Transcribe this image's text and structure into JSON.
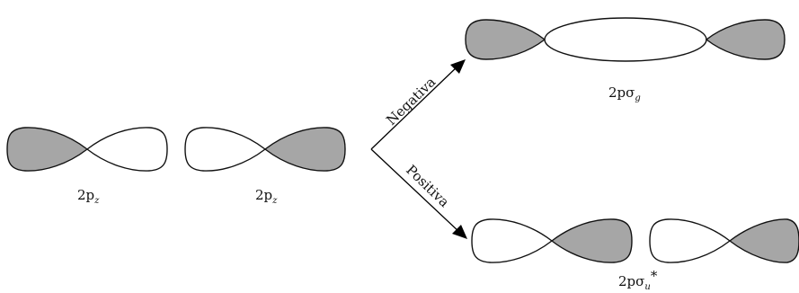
{
  "orbitals": {
    "left_label": "2p",
    "left_subscript": "z",
    "right_label": "2p",
    "right_subscript": "z"
  },
  "arrows": {
    "negative_label": "Negativa",
    "positive_label": "Positiva"
  },
  "bonding": {
    "label": "2pσ",
    "subscript": "g"
  },
  "antibonding": {
    "label": "2pσ",
    "subscript": "u",
    "superscript": "*"
  },
  "colors": {
    "shaded_lobe": "#a6a6a6",
    "open_lobe": "#ffffff",
    "outline": "#111111"
  }
}
